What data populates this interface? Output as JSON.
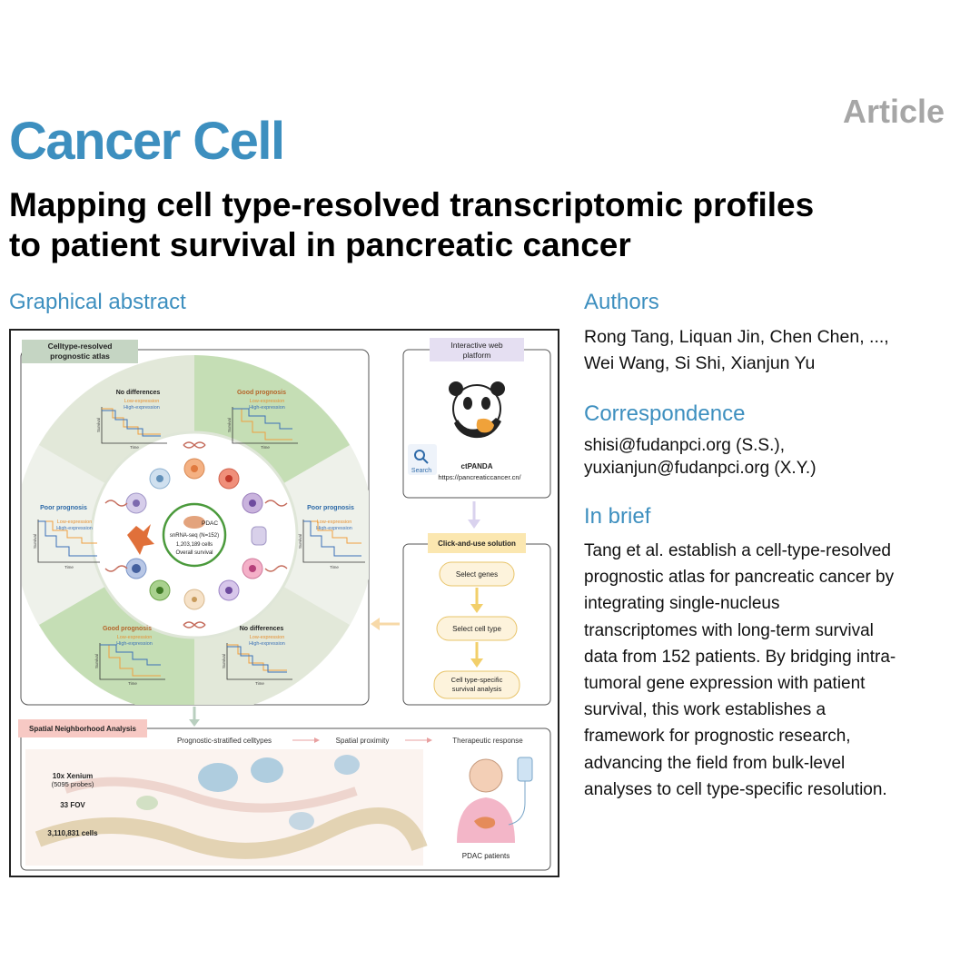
{
  "header": {
    "article_label": "Article",
    "journal": "Cancer Cell"
  },
  "title": {
    "line1": "Mapping cell type-resolved transcriptomic profiles",
    "line2": "to patient survival in pancreatic cancer"
  },
  "sections": {
    "graphical_abstract": "Graphical abstract",
    "authors": "Authors",
    "correspondence": "Correspondence",
    "in_brief": "In brief"
  },
  "authors": {
    "line1": "Rong Tang, Liquan Jin, Chen Chen, ...,",
    "line2": "Wei Wang, Si Shi, Xianjun Yu"
  },
  "correspondence": {
    "line1": "shisi@fudanpci.org (S.S.),",
    "line2": "yuxianjun@fudanpci.org (X.Y.)"
  },
  "in_brief": {
    "lines": [
      "Tang et al. establish a cell-type-resolved",
      "prognostic atlas for pancreatic cancer by",
      "integrating single-nucleus",
      "transcriptomes with long-term survival",
      "data from 152 patients. By bridging intra-",
      "tumoral gene expression with patient",
      "survival, this work establishes a",
      "framework for prognostic research,",
      "advancing the field from bulk-level",
      "analyses to cell type-specific resolution."
    ]
  },
  "figure": {
    "atlas_label_1": "Celltype-resolved",
    "atlas_label_2": "prognostic atlas",
    "no_diff": "No differences",
    "good": "Good prognosis",
    "poor": "Poor prognosis",
    "low_expr": "Low-expression",
    "high_expr": "High-expression",
    "survival_axis": "Survival",
    "time_axis": "Time",
    "center_pdac": "PDAC",
    "center_seq": "snRNA-seq (N=152)",
    "center_cells": "1,203,189 cells",
    "center_os": "Overall survival",
    "web_label_1": "Interactive web",
    "web_label_2": "platform",
    "search": "Search",
    "ctpanda": "ctPANDA",
    "url": "https://pancreaticcancer.cn/",
    "click_label": "Click-and-use solution",
    "step1": "Select genes",
    "step2": "Select cell type",
    "step3_1": "Cell type-specific",
    "step3_2": "survival analysis",
    "spatial_label": "Spatial Neighborhood Analysis",
    "stage1": "Prognostic-stratified celltypes",
    "stage2": "Spatial proximity",
    "stage3": "Therapeutic response",
    "xenium": "10x Xenium",
    "probes": "(5095 probes)",
    "fov": "33 FOV",
    "cells": "3,110,831 cells",
    "patients": "PDAC patients"
  },
  "colors": {
    "journal_blue": "#3d8fbf",
    "article_gray": "#a6a6a6",
    "green_sector": "#c5deb5",
    "low_orange": "#f0a040",
    "high_blue": "#3a70b8"
  }
}
